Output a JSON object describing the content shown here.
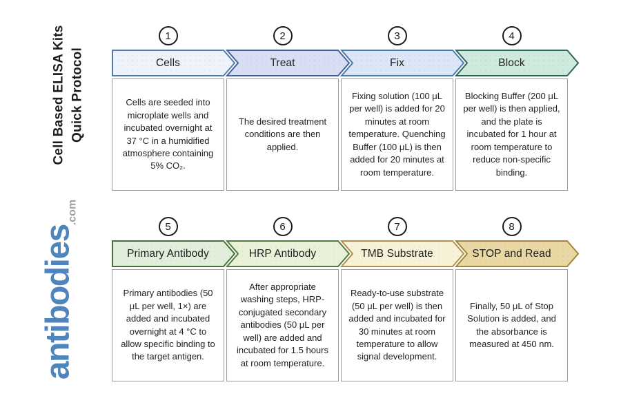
{
  "page": {
    "background": "#ffffff"
  },
  "sidebar": {
    "title_line1": "Cell Based ELISA Kits",
    "title_line2": "Quick Protocol",
    "title_color": "#1d1d1d",
    "logo_text": "antibodies",
    "logo_suffix": ".com",
    "logo_color": "#4e85bd",
    "logo_suffix_color": "#a0a0a0"
  },
  "style": {
    "box_border_color": "#9a9a9a",
    "circle_border_color": "#1b1b1b",
    "text_color": "#1f1f1f"
  },
  "steps": [
    {
      "number": "1",
      "label": "Cells",
      "description": "Cells are seeded into microplate wells and incubated overnight at 37 °C in a humidified atmosphere containing 5% CO₂.",
      "fill": "#eef3fb",
      "border": "#527dab",
      "notch": false,
      "row": 1
    },
    {
      "number": "2",
      "label": "Treat",
      "description": "The desired treatment conditions are then applied.",
      "fill": "#d8dff5",
      "border": "#44609c",
      "notch": true,
      "row": 1
    },
    {
      "number": "3",
      "label": "Fix",
      "description": "Fixing solution (100 μL per well) is added for 20 minutes at room temperature. Quenching Buffer (100 μL) is then added for 20 minutes at room temperature.",
      "fill": "#dbe6f8",
      "border": "#4d7cae",
      "notch": true,
      "row": 1
    },
    {
      "number": "4",
      "label": "Block",
      "description": "Blocking Buffer (200 μL per well) is then applied, and the plate is incubated for 1 hour at room temperature to reduce non-specific binding.",
      "fill": "#cdeadd",
      "border": "#31645a",
      "notch": true,
      "row": 1
    },
    {
      "number": "5",
      "label": "Primary Antibody",
      "description": "Primary antibodies (50 μL per well, 1×) are added and incubated overnight at 4 °C to allow specific binding to the target antigen.",
      "fill": "#e0eeda",
      "border": "#44703c",
      "notch": false,
      "row": 2
    },
    {
      "number": "6",
      "label": "HRP Antibody",
      "description": "After appropriate washing steps, HRP-conjugated secondary antibodies (50 μL per well) are added and incubated for 1.5 hours at room temperature.",
      "fill": "#e9f1d9",
      "border": "#527a3b",
      "notch": true,
      "row": 2
    },
    {
      "number": "7",
      "label": "TMB Substrate",
      "description": "Ready-to-use substrate (50 μL per well) is then added and incubated for 30 minutes at room temperature to allow signal development.",
      "fill": "#f8f3d8",
      "border": "#b2924a",
      "notch": true,
      "row": 2
    },
    {
      "number": "8",
      "label": "STOP and Read",
      "description": "Finally, 50 μL of Stop Solution is added, and the absorbance is measured at 450 nm.",
      "fill": "#e9d8a3",
      "border": "#a3853c",
      "notch": true,
      "row": 2
    }
  ]
}
